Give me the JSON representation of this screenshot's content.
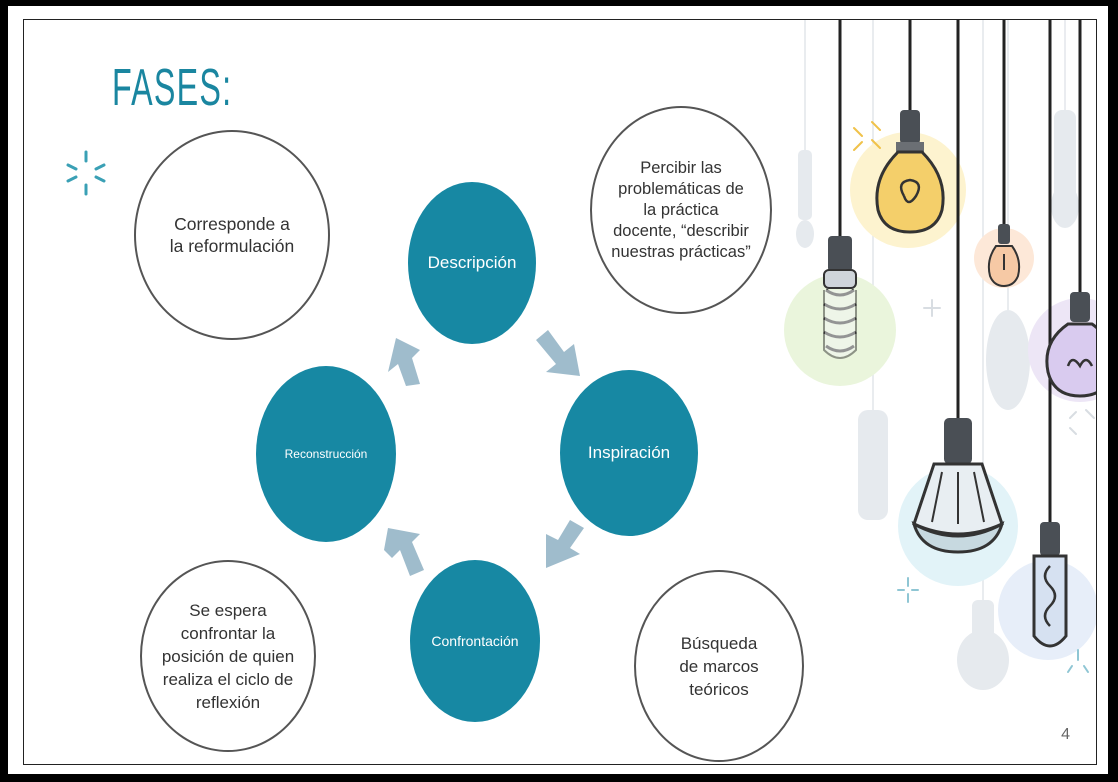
{
  "slide": {
    "title": "FASES:",
    "page_number": "4"
  },
  "phases": {
    "descripcion": "Descripción",
    "inspiracion": "Inspiración",
    "confrontacion": "Confrontación",
    "reconstruccion": "Reconstrucción"
  },
  "notes": {
    "top_left": "Corresponde a la reformulación",
    "top_right": "Percibir las problemáticas de la práctica docente, “describir nuestras prácticas”",
    "bottom_left": "Se espera confrontar la posición de quien realiza el ciclo de reflexión",
    "bottom_right": "Búsqueda de marcos teóricos"
  },
  "colors": {
    "phase_fill": "#1788a3",
    "arrow_fill": "#9fbccc",
    "title": "#1a86a0"
  },
  "icons": [
    "sparkle-icon",
    "arrow-icon",
    "light-bulb-icon"
  ]
}
